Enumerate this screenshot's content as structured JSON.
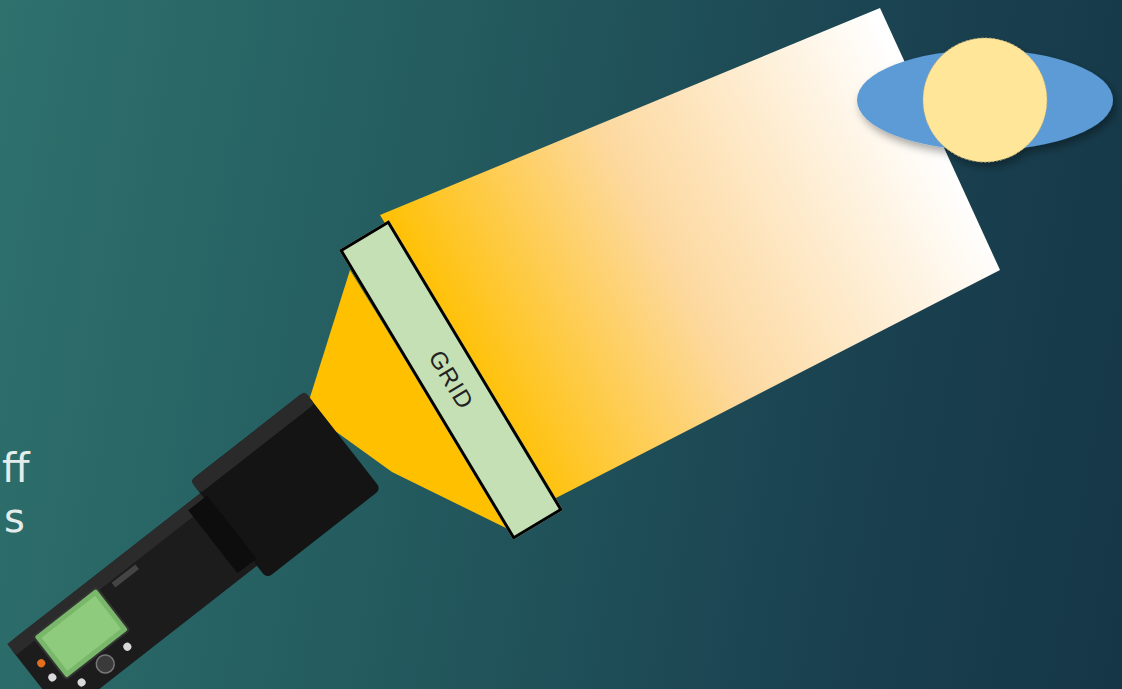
{
  "diagram": {
    "nodes": [
      {
        "text": [
          "GRID"
        ]
      }
    ],
    "labels": [
      "ff",
      "s"
    ]
  }
}
